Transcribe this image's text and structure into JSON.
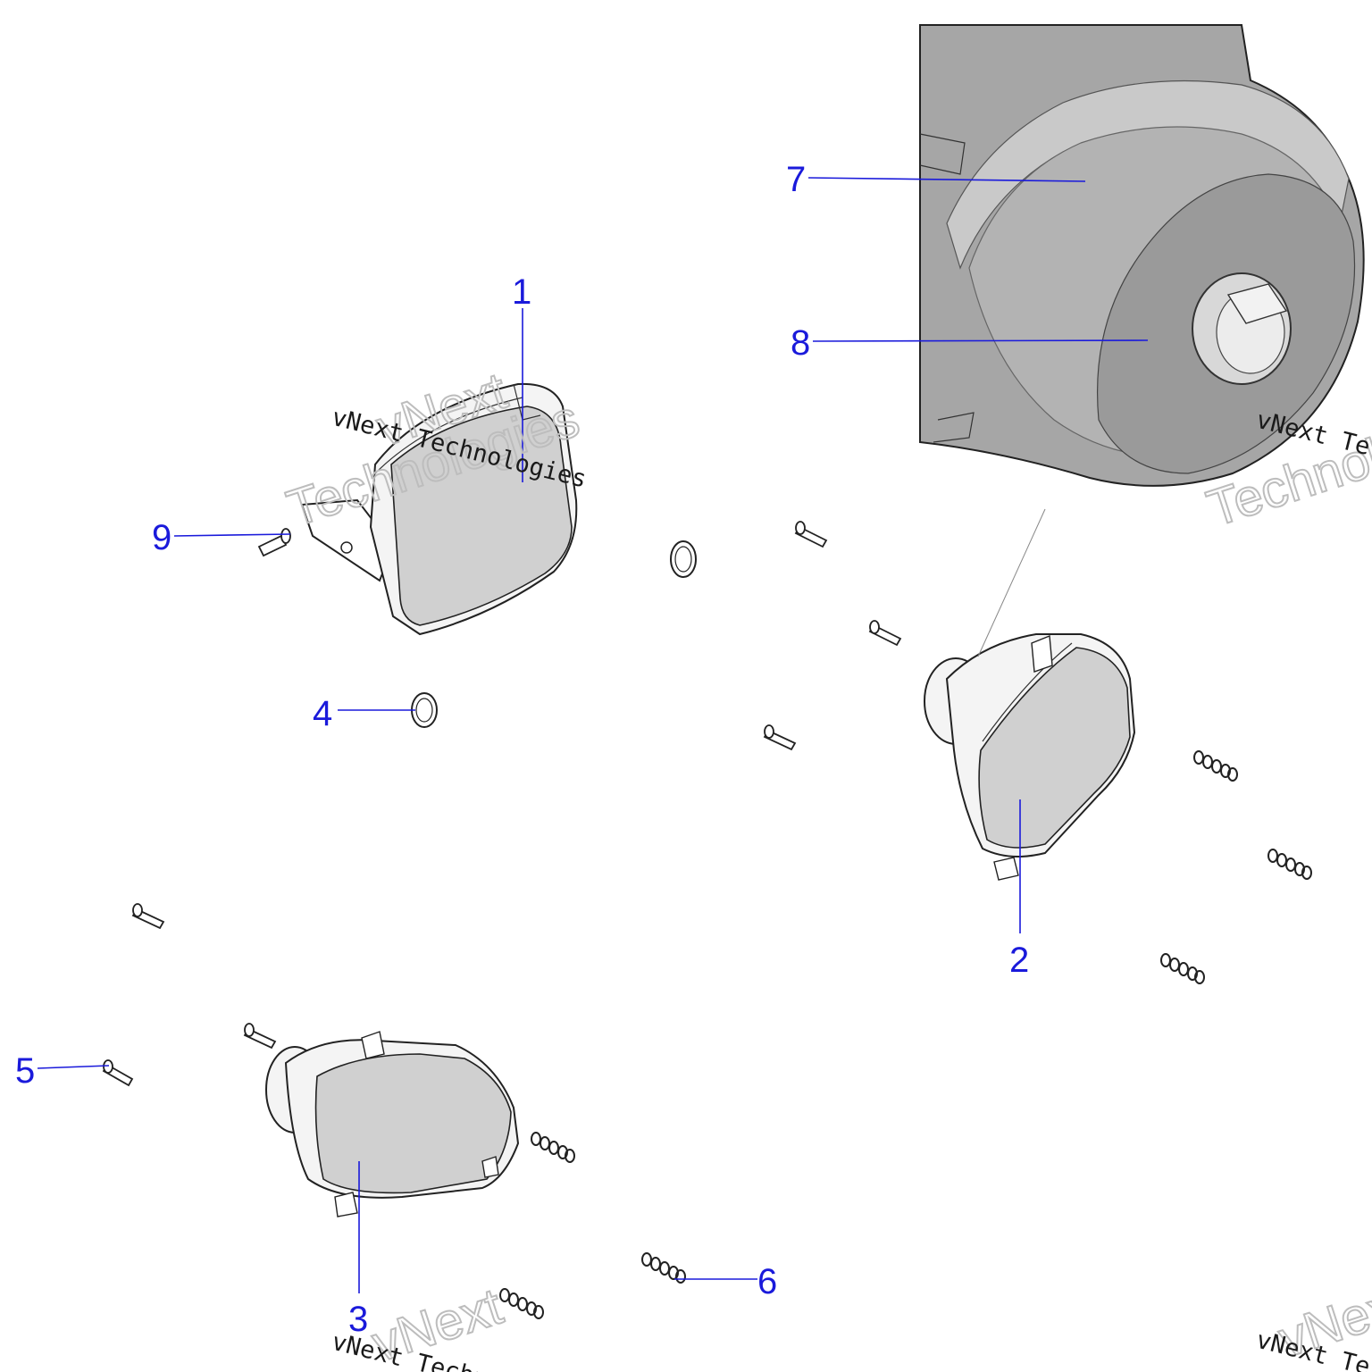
{
  "diagram": {
    "callouts": {
      "c1": "1",
      "c2": "2",
      "c3": "3",
      "c4": "4",
      "c5": "5",
      "c6": "6",
      "c7": "7",
      "c8": "8",
      "c9": "9"
    },
    "watermark": {
      "line1": "vNext",
      "line2": "Technologies",
      "mono": "vNext Technologies",
      "mono_partial": "vNext Te"
    },
    "colors": {
      "callout": "#1a1adb",
      "lens": "#d0d0d0",
      "housing": "#a6a6a6",
      "line": "#222222"
    }
  }
}
